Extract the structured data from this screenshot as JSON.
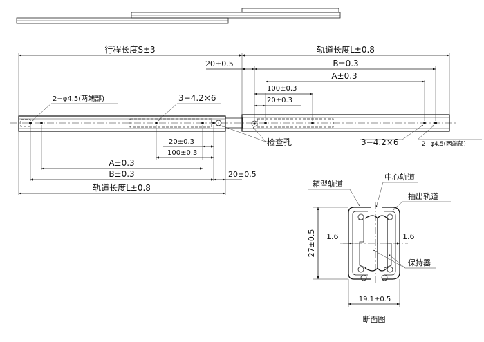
{
  "top_view": {
    "stroke_length": "行程长度S±3",
    "rail_length_top": "轨道长度L±0.8",
    "dim_20_left": "20±0.5",
    "b_top": "B±0.3",
    "a_top": "A±0.3",
    "dim_100_top": "100±0.3",
    "dim_20_top": "20±0.3",
    "hole_dia_left": "2−φ4.5(两端部)",
    "holes_left": "3−4.2×6",
    "dim_20_mid": "20±0.3",
    "dim_100_mid": "100±0.3",
    "inspection_hole": "检查孔",
    "holes_right": "3−4.2×6",
    "hole_dia_right": "2−φ4.5(两端部)",
    "a_bottom": "A±0.3",
    "b_bottom": "B±0.3",
    "dim_20_right": "20±0.5",
    "rail_length_bottom": "轨道长度L±0.8"
  },
  "section_view": {
    "box_rail": "箱型轨道",
    "center_rail": "中心轨道",
    "drawer_rail": "抽出轨道",
    "dim_1_6_left": "1.6",
    "dim_1_6_right": "1.6",
    "dim_27": "27±0.5",
    "retainer": "保持器",
    "width": "19.1±0.5",
    "title": "断面图"
  }
}
